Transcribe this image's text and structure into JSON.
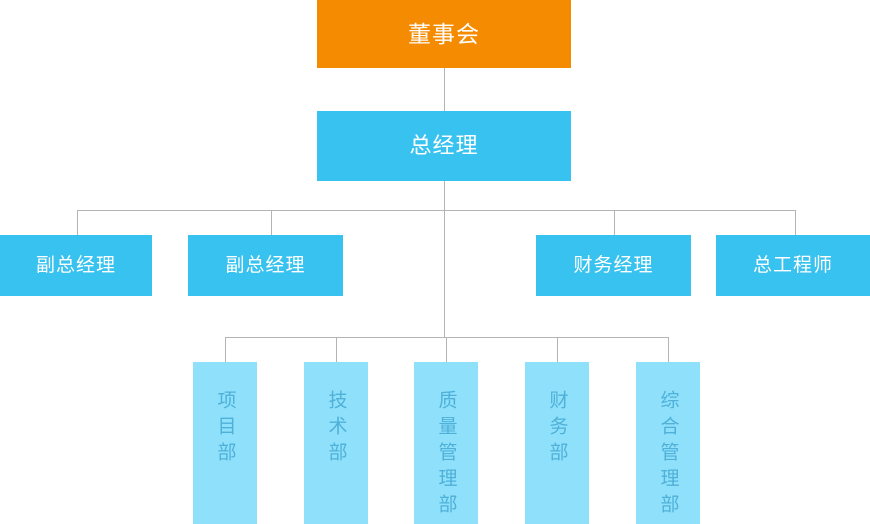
{
  "chart_data": {
    "type": "diagram",
    "diagram_kind": "organization-chart",
    "title": "",
    "orientation": "top-down",
    "colors": {
      "root_box": "#f58b00",
      "manager_box": "#37c2ef",
      "level3_box": "#37c2ef",
      "department_box": "#8ee0fb",
      "department_text": "#4fb0d8",
      "box_text": "#ffffff",
      "connector_line": "#b4b4b4",
      "background": "#ffffff"
    },
    "levels": [
      {
        "level": 1,
        "nodes": [
          {
            "id": "board",
            "label": "董事会"
          }
        ]
      },
      {
        "level": 2,
        "nodes": [
          {
            "id": "gm",
            "label": "总经理"
          }
        ]
      },
      {
        "level": 3,
        "nodes": [
          {
            "id": "deputy-gm-1",
            "label": "副总经理"
          },
          {
            "id": "deputy-gm-2",
            "label": "副总经理"
          },
          {
            "id": "finance-mgr",
            "label": "财务经理"
          },
          {
            "id": "chief-engineer",
            "label": "总工程师"
          }
        ]
      },
      {
        "level": 4,
        "nodes": [
          {
            "id": "project-dept",
            "label": "项目部"
          },
          {
            "id": "tech-dept",
            "label": "技术部"
          },
          {
            "id": "quality-dept",
            "label": "质量管理部"
          },
          {
            "id": "finance-dept",
            "label": "财务部"
          },
          {
            "id": "general-admin-dept",
            "label": "综合管理部"
          }
        ]
      }
    ],
    "edges": [
      {
        "from": "board",
        "to": "gm"
      },
      {
        "from": "gm",
        "to": "deputy-gm-1"
      },
      {
        "from": "gm",
        "to": "deputy-gm-2"
      },
      {
        "from": "gm",
        "to": "finance-mgr"
      },
      {
        "from": "gm",
        "to": "chief-engineer"
      },
      {
        "from": "gm",
        "to": "project-dept"
      },
      {
        "from": "gm",
        "to": "tech-dept"
      },
      {
        "from": "gm",
        "to": "quality-dept"
      },
      {
        "from": "gm",
        "to": "finance-dept"
      },
      {
        "from": "gm",
        "to": "general-admin-dept"
      }
    ]
  },
  "chart": {
    "root": {
      "label": "董事会"
    },
    "manager": {
      "label": "总经理"
    },
    "level3": [
      {
        "label": "副总经理"
      },
      {
        "label": "副总经理"
      },
      {
        "label": "财务经理"
      },
      {
        "label": "总工程师"
      }
    ],
    "departments": [
      {
        "label": "项目部"
      },
      {
        "label": "技术部"
      },
      {
        "label": "质量管理部"
      },
      {
        "label": "财务部"
      },
      {
        "label": "综合管理部"
      }
    ]
  }
}
